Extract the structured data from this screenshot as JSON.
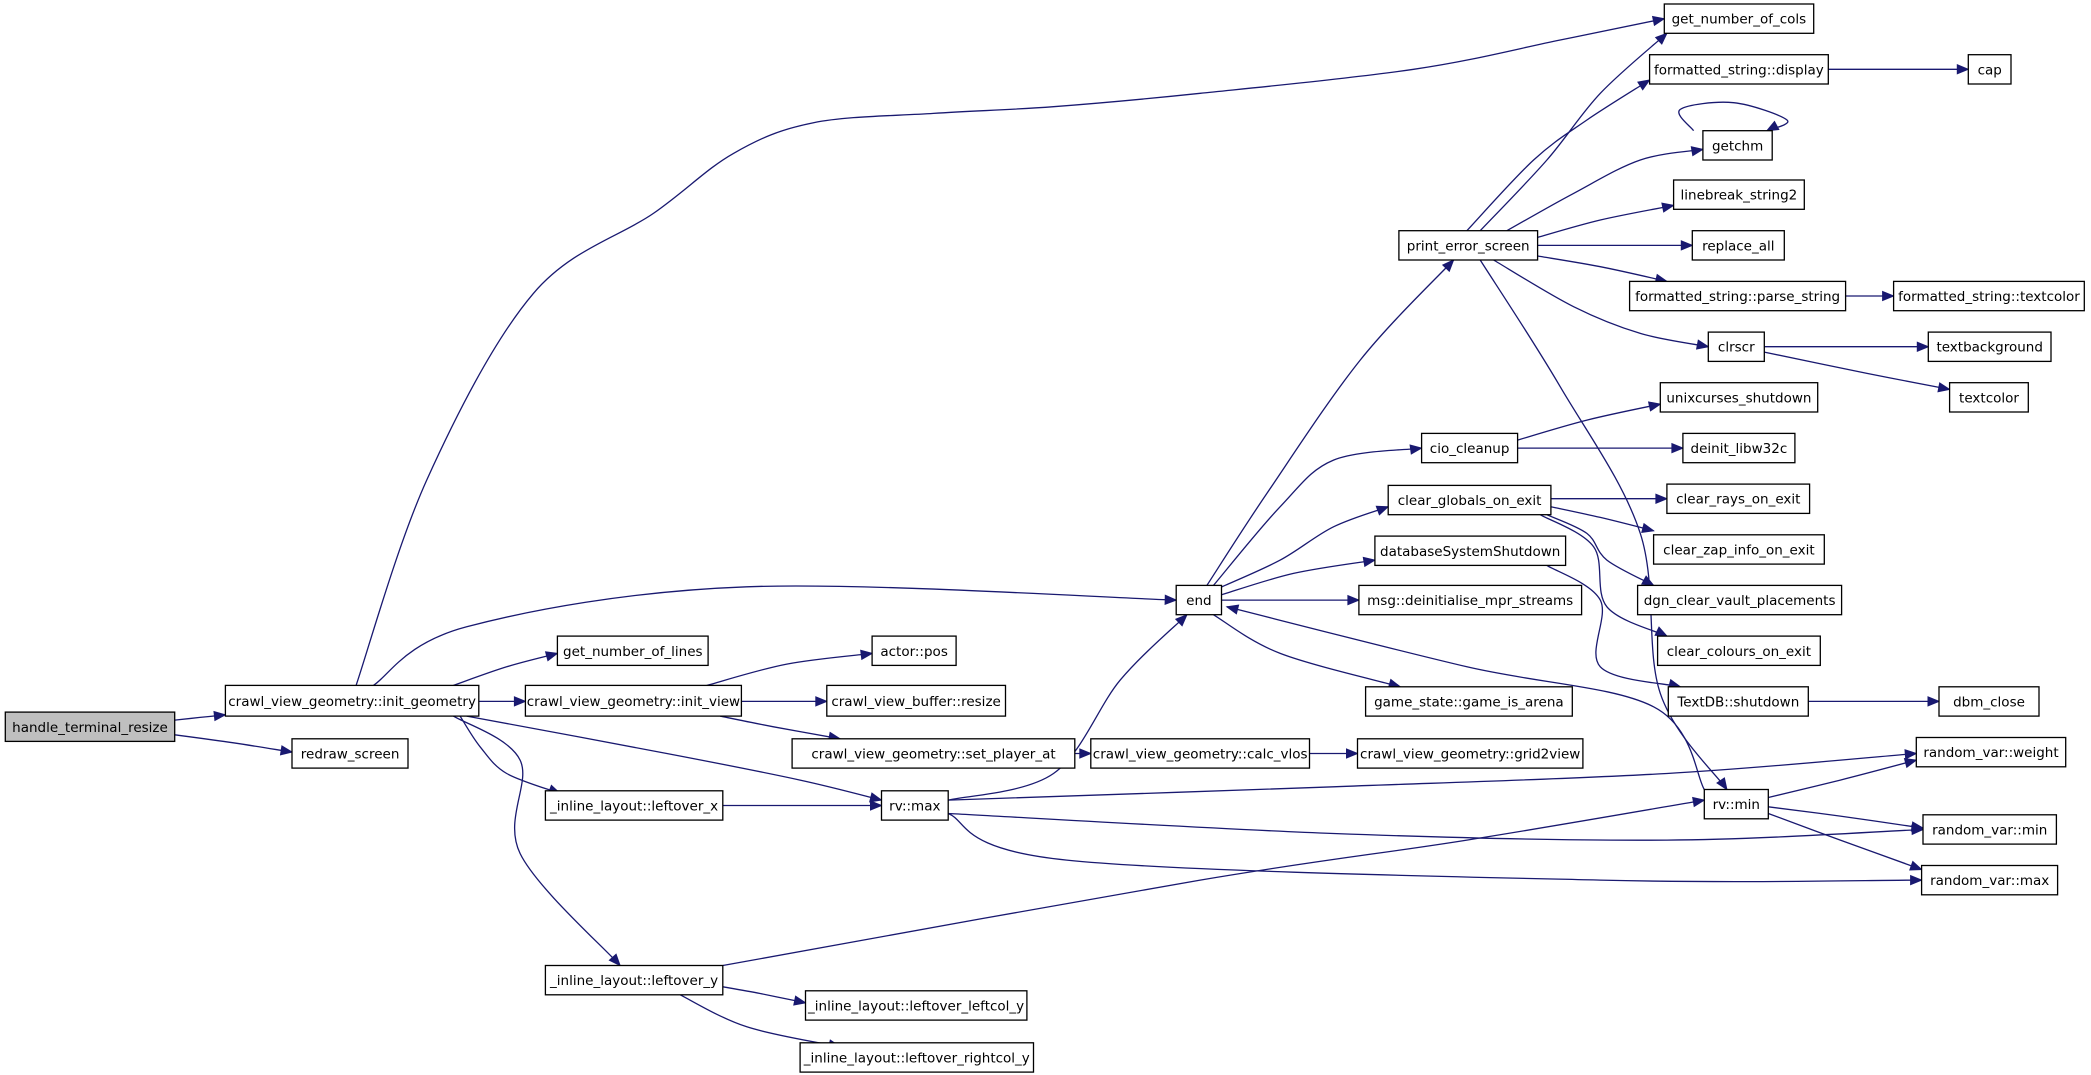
{
  "colors": {
    "edge": "#191970",
    "node_border": "#000000",
    "root_fill": "#bfbfbf",
    "node_fill": "#ffffff"
  },
  "nodes": [
    {
      "id": "handle_terminal_resize",
      "label": "handle_terminal_resize",
      "root": true
    },
    {
      "id": "init_geometry",
      "label": "crawl_view_geometry::init_geometry"
    },
    {
      "id": "redraw_screen",
      "label": "redraw_screen"
    },
    {
      "id": "get_number_of_lines",
      "label": "get_number_of_lines"
    },
    {
      "id": "init_view",
      "label": "crawl_view_geometry::init_view"
    },
    {
      "id": "actor_pos",
      "label": "actor::pos"
    },
    {
      "id": "view_buffer_resize",
      "label": "crawl_view_buffer::resize"
    },
    {
      "id": "set_player_at",
      "label": "crawl_view_geometry::set_player_at"
    },
    {
      "id": "calc_vlos",
      "label": "crawl_view_geometry::calc_vlos"
    },
    {
      "id": "grid2view",
      "label": "crawl_view_geometry::grid2view"
    },
    {
      "id": "leftover_x",
      "label": "_inline_layout::leftover_x"
    },
    {
      "id": "rv_max",
      "label": "rv::max"
    },
    {
      "id": "leftover_y",
      "label": "_inline_layout::leftover_y"
    },
    {
      "id": "leftover_leftcol_y",
      "label": "_inline_layout::leftover_leftcol_y"
    },
    {
      "id": "leftover_rightcol_y",
      "label": "_inline_layout::leftover_rightcol_y"
    },
    {
      "id": "end",
      "label": "end"
    },
    {
      "id": "print_error_screen",
      "label": "print_error_screen"
    },
    {
      "id": "cio_cleanup",
      "label": "cio_cleanup"
    },
    {
      "id": "clear_globals_on_exit",
      "label": "clear_globals_on_exit"
    },
    {
      "id": "databaseSystemShutdown",
      "label": "databaseSystemShutdown"
    },
    {
      "id": "deinitialise_mpr",
      "label": "msg::deinitialise_mpr_streams"
    },
    {
      "id": "game_is_arena",
      "label": "game_state::game_is_arena"
    },
    {
      "id": "get_number_of_cols",
      "label": "get_number_of_cols"
    },
    {
      "id": "fs_display",
      "label": "formatted_string::display"
    },
    {
      "id": "cap",
      "label": "cap"
    },
    {
      "id": "getchm",
      "label": "getchm"
    },
    {
      "id": "linebreak_string2",
      "label": "linebreak_string2"
    },
    {
      "id": "replace_all",
      "label": "replace_all"
    },
    {
      "id": "fs_parse_string",
      "label": "formatted_string::parse_string"
    },
    {
      "id": "fs_textcolor",
      "label": "formatted_string::textcolor"
    },
    {
      "id": "clrscr",
      "label": "clrscr"
    },
    {
      "id": "textbackground",
      "label": "textbackground"
    },
    {
      "id": "textcolor",
      "label": "textcolor"
    },
    {
      "id": "unixcurses_shutdown",
      "label": "unixcurses_shutdown"
    },
    {
      "id": "deinit_libw32c",
      "label": "deinit_libw32c"
    },
    {
      "id": "clear_rays_on_exit",
      "label": "clear_rays_on_exit"
    },
    {
      "id": "clear_zap_info_on_exit",
      "label": "clear_zap_info_on_exit"
    },
    {
      "id": "dgn_clear_vault_placements",
      "label": "dgn_clear_vault_placements"
    },
    {
      "id": "clear_colours_on_exit",
      "label": "clear_colours_on_exit"
    },
    {
      "id": "textdb_shutdown",
      "label": "TextDB::shutdown"
    },
    {
      "id": "dbm_close",
      "label": "dbm_close"
    },
    {
      "id": "rv_min",
      "label": "rv::min"
    },
    {
      "id": "random_var_weight",
      "label": "random_var::weight"
    },
    {
      "id": "random_var_min",
      "label": "random_var::min"
    },
    {
      "id": "random_var_max",
      "label": "random_var::max"
    }
  ],
  "edges": [
    {
      "from": "handle_terminal_resize",
      "to": "init_geometry"
    },
    {
      "from": "handle_terminal_resize",
      "to": "redraw_screen"
    },
    {
      "from": "init_geometry",
      "to": "get_number_of_cols"
    },
    {
      "from": "init_geometry",
      "to": "end"
    },
    {
      "from": "init_geometry",
      "to": "get_number_of_lines"
    },
    {
      "from": "init_geometry",
      "to": "init_view"
    },
    {
      "from": "init_geometry",
      "to": "rv_max"
    },
    {
      "from": "init_geometry",
      "to": "leftover_x"
    },
    {
      "from": "init_geometry",
      "to": "leftover_y"
    },
    {
      "from": "init_view",
      "to": "actor_pos"
    },
    {
      "from": "init_view",
      "to": "view_buffer_resize"
    },
    {
      "from": "init_view",
      "to": "set_player_at"
    },
    {
      "from": "set_player_at",
      "to": "calc_vlos"
    },
    {
      "from": "calc_vlos",
      "to": "grid2view"
    },
    {
      "from": "leftover_x",
      "to": "rv_max"
    },
    {
      "from": "rv_max",
      "to": "end"
    },
    {
      "from": "rv_max",
      "to": "random_var_weight"
    },
    {
      "from": "rv_max",
      "to": "random_var_min"
    },
    {
      "from": "rv_max",
      "to": "random_var_max"
    },
    {
      "from": "leftover_y",
      "to": "rv_min"
    },
    {
      "from": "leftover_y",
      "to": "leftover_leftcol_y"
    },
    {
      "from": "leftover_y",
      "to": "leftover_rightcol_y"
    },
    {
      "from": "end",
      "to": "print_error_screen"
    },
    {
      "from": "end",
      "to": "cio_cleanup"
    },
    {
      "from": "end",
      "to": "clear_globals_on_exit"
    },
    {
      "from": "end",
      "to": "databaseSystemShutdown"
    },
    {
      "from": "end",
      "to": "deinitialise_mpr"
    },
    {
      "from": "end",
      "to": "game_is_arena"
    },
    {
      "from": "print_error_screen",
      "to": "get_number_of_cols"
    },
    {
      "from": "print_error_screen",
      "to": "fs_display"
    },
    {
      "from": "print_error_screen",
      "to": "getchm"
    },
    {
      "from": "print_error_screen",
      "to": "linebreak_string2"
    },
    {
      "from": "print_error_screen",
      "to": "replace_all"
    },
    {
      "from": "print_error_screen",
      "to": "fs_parse_string"
    },
    {
      "from": "print_error_screen",
      "to": "clrscr"
    },
    {
      "from": "print_error_screen",
      "to": "rv_min"
    },
    {
      "from": "fs_display",
      "to": "cap"
    },
    {
      "from": "getchm",
      "to": "getchm"
    },
    {
      "from": "fs_parse_string",
      "to": "fs_textcolor"
    },
    {
      "from": "clrscr",
      "to": "textbackground"
    },
    {
      "from": "clrscr",
      "to": "textcolor"
    },
    {
      "from": "cio_cleanup",
      "to": "unixcurses_shutdown"
    },
    {
      "from": "cio_cleanup",
      "to": "deinit_libw32c"
    },
    {
      "from": "clear_globals_on_exit",
      "to": "clear_rays_on_exit"
    },
    {
      "from": "clear_globals_on_exit",
      "to": "clear_zap_info_on_exit"
    },
    {
      "from": "clear_globals_on_exit",
      "to": "dgn_clear_vault_placements"
    },
    {
      "from": "clear_globals_on_exit",
      "to": "clear_colours_on_exit"
    },
    {
      "from": "databaseSystemShutdown",
      "to": "textdb_shutdown"
    },
    {
      "from": "textdb_shutdown",
      "to": "dbm_close"
    },
    {
      "from": "rv_min",
      "to": "end"
    },
    {
      "from": "rv_min",
      "to": "random_var_weight"
    },
    {
      "from": "rv_min",
      "to": "random_var_min"
    },
    {
      "from": "rv_min",
      "to": "random_var_max"
    }
  ]
}
